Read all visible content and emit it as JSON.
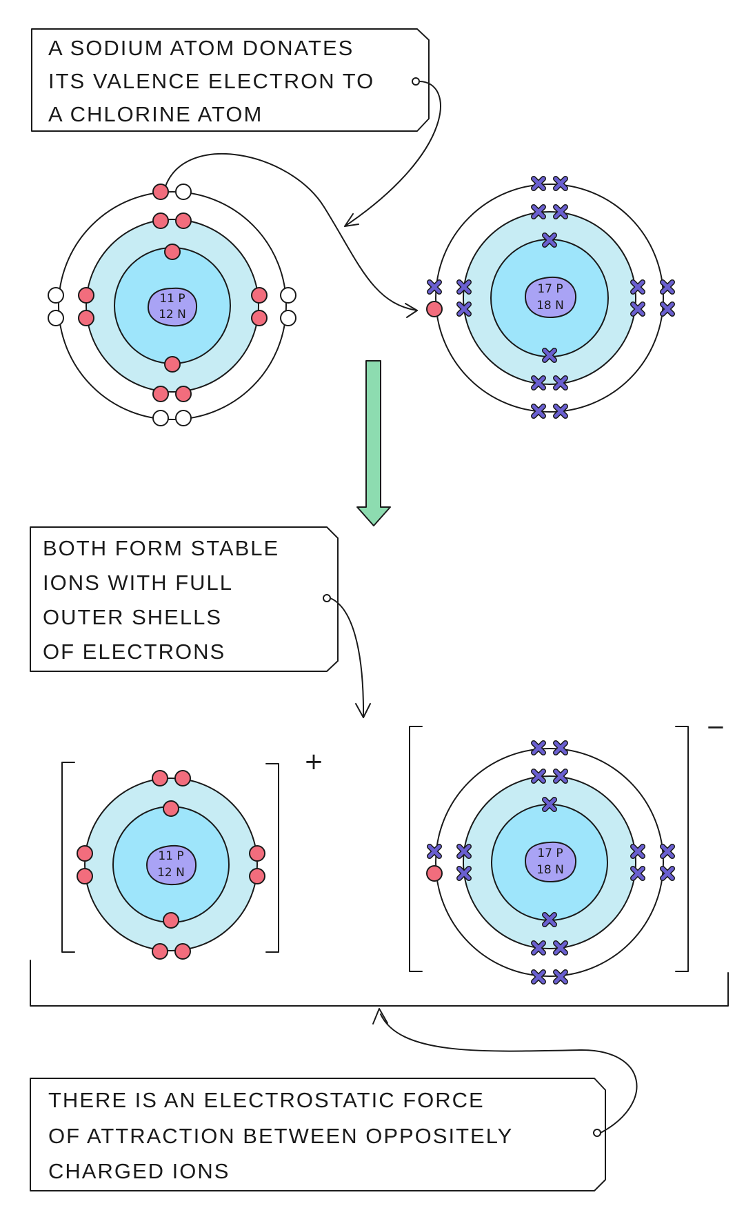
{
  "callouts": {
    "donation": [
      "A SODIUM ATOM DONATES",
      "ITS VALENCE ELECTRON TO",
      "A CHLORINE ATOM"
    ],
    "stable": [
      "BOTH FORM STABLE",
      "IONS WITH FULL",
      "OUTER SHELLS",
      "OF ELECTRONS"
    ],
    "attraction": [
      "THERE IS AN ELECTROSTATIC FORCE",
      "OF ATTRACTION BETWEEN OPPOSITELY",
      "CHARGED IONS"
    ]
  },
  "atoms": {
    "sodium": {
      "nucleus": [
        "11 P",
        "12 N"
      ]
    },
    "chlorine": {
      "nucleus": [
        "17 P",
        "18 N"
      ]
    }
  },
  "ions": {
    "sodium": {
      "nucleus": [
        "11 P",
        "12 N"
      ],
      "charge": "+"
    },
    "chloride": {
      "nucleus": [
        "17 P",
        "18 N"
      ],
      "charge": "−"
    }
  },
  "colors": {
    "sodium_electron": "#f26d7d",
    "chlorine_electron": "#6a5fd0",
    "nucleus": "#a9a3f5",
    "inner_shell": "#9ee5fb",
    "middle_shell": "#c7ecf4",
    "arrow": "#8ddcb0"
  }
}
